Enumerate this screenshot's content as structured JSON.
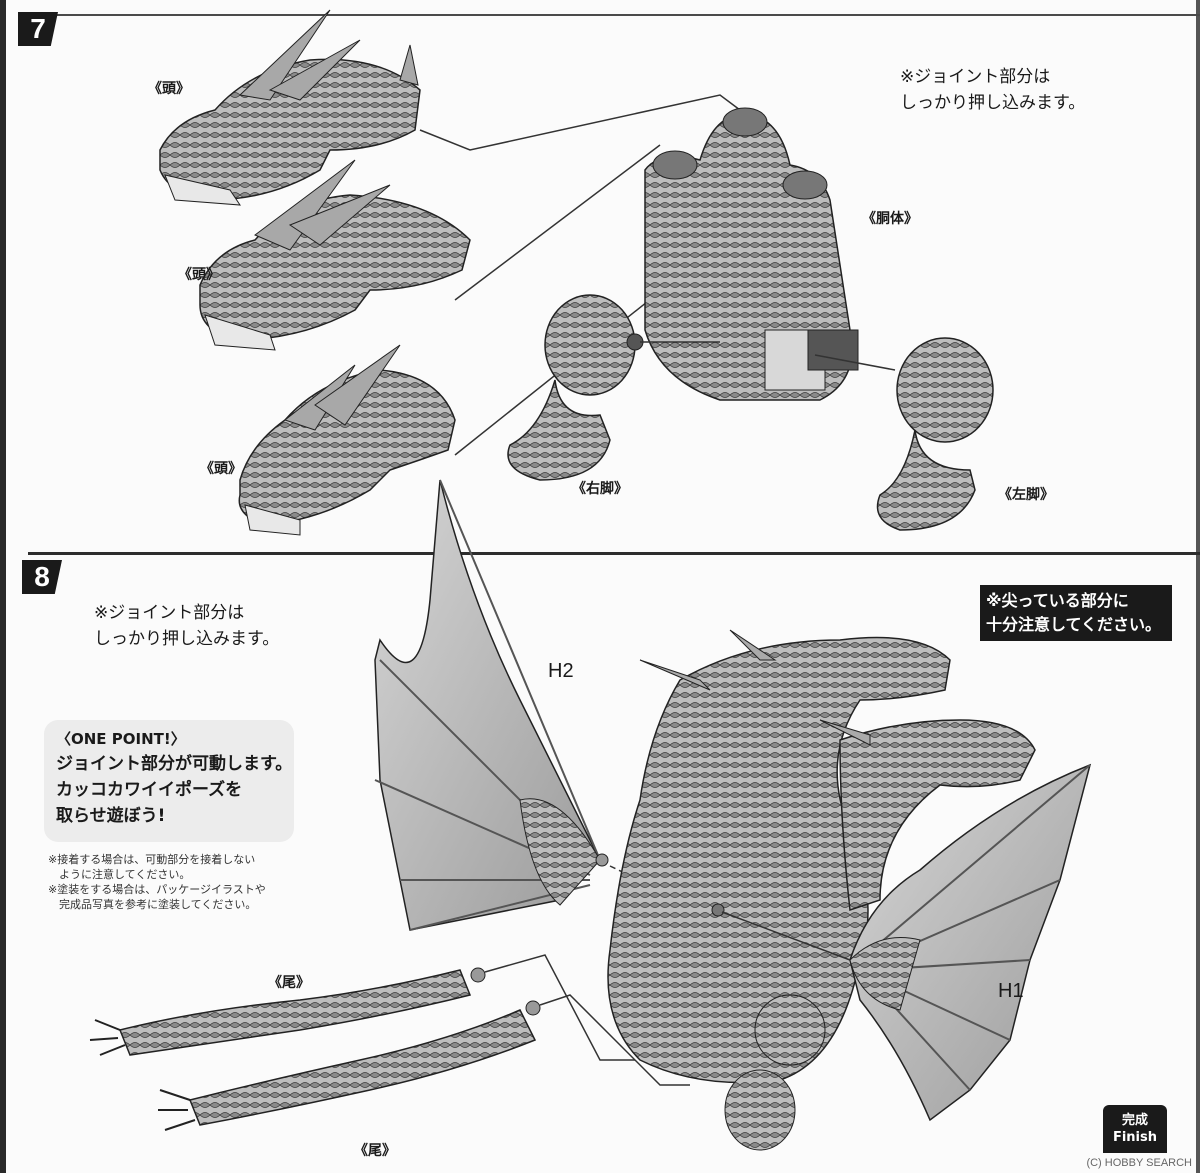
{
  "step7": {
    "number": "7",
    "note_line1": "※ジョイント部分は",
    "note_line2": "しっかり押し込みます。",
    "labels": {
      "head": "《頭》",
      "body": "《胴体》",
      "right_leg": "《右脚》",
      "left_leg": "《左脚》"
    }
  },
  "step8": {
    "number": "8",
    "note_line1": "※ジョイント部分は",
    "note_line2": "しっかり押し込みます。",
    "warning_line1": "※尖っている部分に",
    "warning_line2": "十分注意してください。",
    "one_point": {
      "title": "〈ONE POINT!〉",
      "line1": "ジョイント部分が可動します。",
      "line2": "カッコカワイイポーズを",
      "line3": "取らせ遊ぼう!"
    },
    "small_notes": [
      "※接着する場合は、可動部分を接着しない",
      "　ように注意してください。",
      "※塗装をする場合は、パッケージイラストや",
      "　完成品写真を参考に塗装してください。"
    ],
    "labels": {
      "tail": "《尾》",
      "wing_left_code": "H2",
      "wing_right_code": "H1"
    },
    "finish_jp": "完成",
    "finish_en": "Finish"
  },
  "watermark": "(C) HOBBY SEARCH"
}
